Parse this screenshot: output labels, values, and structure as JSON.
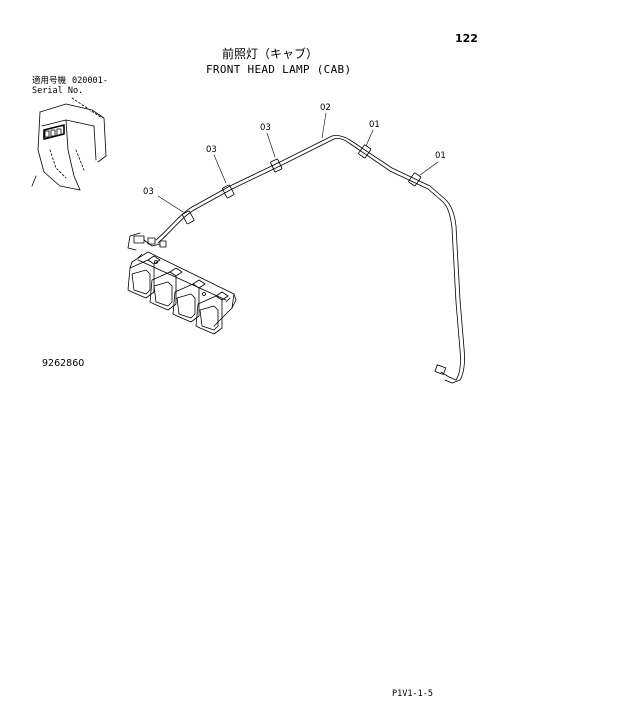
{
  "page": {
    "number": "122",
    "title_jp": "前照灯（キャブ）",
    "title_en": "FRONT HEAD LAMP (CAB)",
    "serial_label_jp": "適用号機",
    "serial_label_en": "Serial No.",
    "serial_value": "020001-",
    "drawing_number": "9262860",
    "footer_code": "P1V1-1-5"
  },
  "callouts": [
    "01",
    "01",
    "02",
    "03",
    "03",
    "03"
  ],
  "colors": {
    "line": "#000000",
    "background": "#ffffff"
  }
}
